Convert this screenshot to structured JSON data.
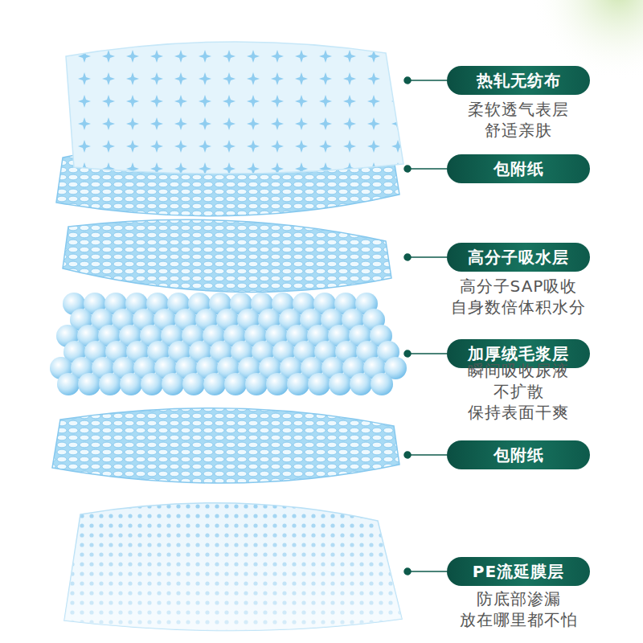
{
  "diagram": {
    "nodes": [
      {
        "text": [
          "热轧无纺布"
        ]
      },
      {
        "text": [
          "包附纸"
        ]
      },
      {
        "text": [
          "高分子吸水层"
        ]
      },
      {
        "text": [
          "加厚绒毛浆层"
        ]
      },
      {
        "text": [
          "包附纸"
        ]
      },
      {
        "text": [
          "PE流延膜层"
        ]
      }
    ],
    "labels": [
      "柔软透气表层 舒适亲肤",
      "高分子SAP吸收 自身数倍体积水分",
      "瞬间吸收尿液 不扩散 保持表面干爽",
      "防底部渗漏 放在哪里都不怕"
    ]
  }
}
